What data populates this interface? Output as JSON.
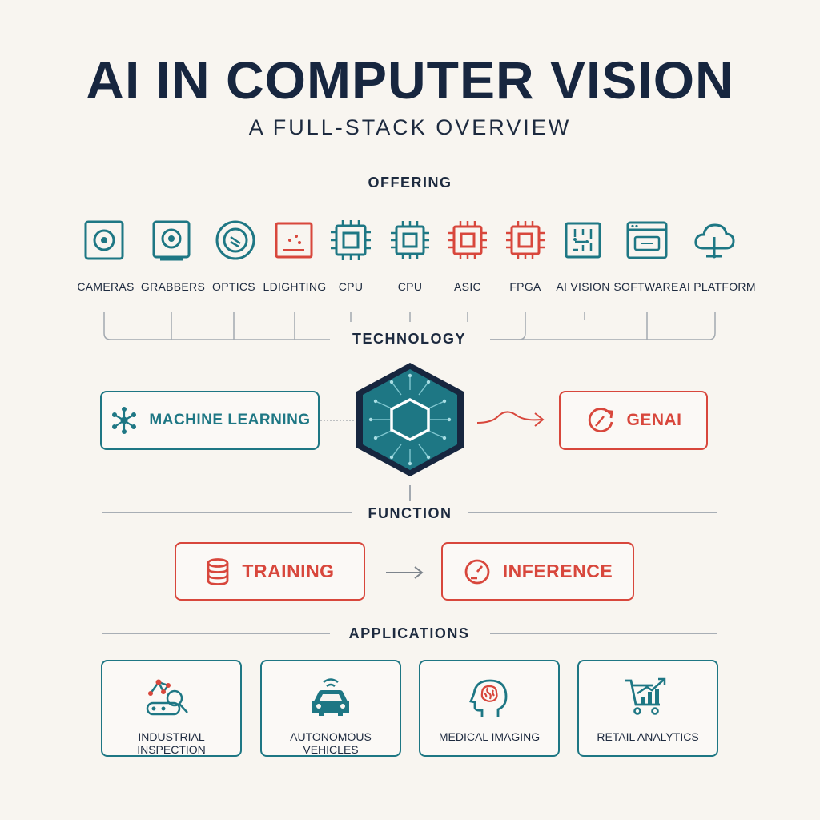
{
  "title": "AI IN COMPUTER VISION",
  "subtitle": "A FULL-STACK OVERVIEW",
  "sections": {
    "offering": "OFFERING",
    "technology": "TECHNOLOGY",
    "function": "FUNCTION",
    "applications": "APPLICATIONS"
  },
  "offering_items": [
    {
      "label": "CAMERAS",
      "icon": "camera-icon",
      "color": "#1e7784"
    },
    {
      "label": "GRABBERS",
      "icon": "frame-grabber-icon",
      "color": "#1e7784"
    },
    {
      "label": "OPTICS",
      "icon": "lens-icon",
      "color": "#1e7784"
    },
    {
      "label": "LDIGHTING",
      "icon": "lighting-icon",
      "color": "#d8473c"
    },
    {
      "label": "CPU",
      "icon": "cpu-icon",
      "color": "#1e7784"
    },
    {
      "label": "CPU",
      "icon": "chip-icon",
      "color": "#1e7784"
    },
    {
      "label": "ASIC",
      "icon": "asic-chip-icon",
      "color": "#d8473c"
    },
    {
      "label": "FPGA",
      "icon": "fpga-chip-icon",
      "color": "#d8473c"
    },
    {
      "label": "AI VISION",
      "icon": "ai-vision-board-icon",
      "color": "#1e7784"
    },
    {
      "label": "SOFTWARE",
      "icon": "software-window-icon",
      "color": "#1e7784"
    },
    {
      "label": "AI PLATFORM",
      "icon": "cloud-platform-icon",
      "color": "#1e7784"
    }
  ],
  "technology": {
    "left": {
      "label": "MACHINE LEARNING",
      "icon": "network-nodes-icon"
    },
    "center_icon": "ai-chip-hexagon-icon",
    "right": {
      "label": "GENAI",
      "icon": "refresh-arrow-icon"
    }
  },
  "function": {
    "training": {
      "label": "TRAINING",
      "icon": "database-icon"
    },
    "inference": {
      "label": "INFERENCE",
      "icon": "gauge-icon"
    }
  },
  "applications": [
    {
      "label": "INDUSTRIAL INSPECTION",
      "icon": "conveyor-inspection-icon"
    },
    {
      "label": "AUTONOMOUS VEHICLES",
      "icon": "car-icon"
    },
    {
      "label": "MEDICAL IMAGING",
      "icon": "head-brain-icon"
    },
    {
      "label": "RETAIL ANALYTICS",
      "icon": "cart-chart-icon"
    }
  ],
  "colors": {
    "teal": "#1e7784",
    "red": "#d8473c",
    "navy": "#17263f",
    "background": "#f8f5f0"
  }
}
